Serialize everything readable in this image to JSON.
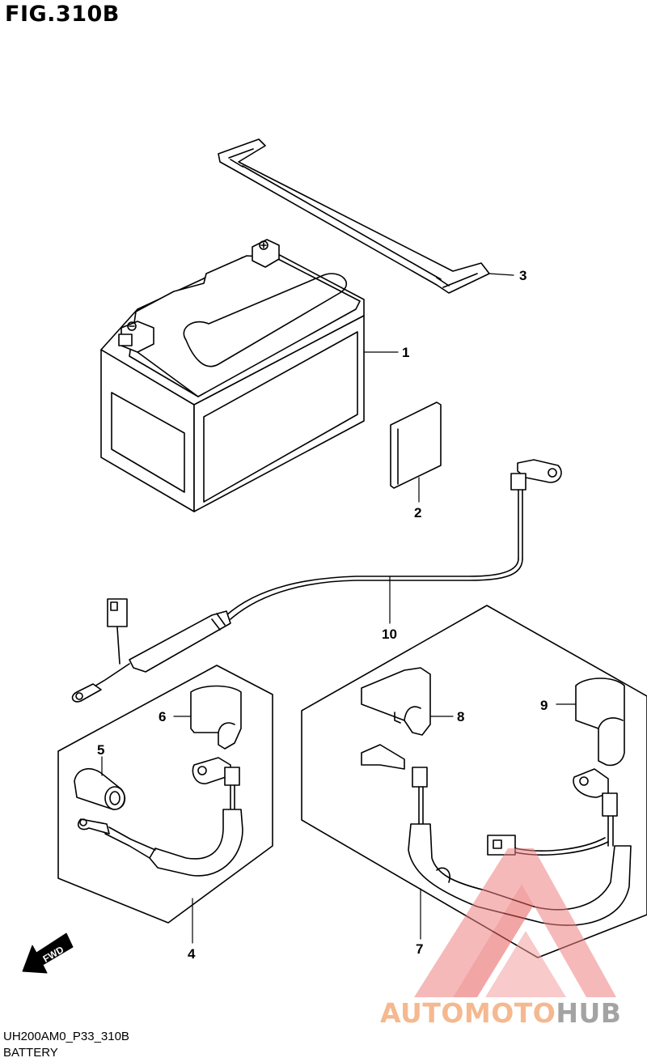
{
  "figure": {
    "title": "FIG.310B"
  },
  "callouts": [
    {
      "id": "1",
      "label": "1"
    },
    {
      "id": "2",
      "label": "2"
    },
    {
      "id": "3",
      "label": "3"
    },
    {
      "id": "4",
      "label": "4"
    },
    {
      "id": "5",
      "label": "5"
    },
    {
      "id": "6",
      "label": "6"
    },
    {
      "id": "7",
      "label": "7"
    },
    {
      "id": "8",
      "label": "8"
    },
    {
      "id": "9",
      "label": "9"
    },
    {
      "id": "10",
      "label": "10"
    }
  ],
  "direction_arrow": {
    "label": "FWD"
  },
  "footer": {
    "code": "UH200AM0_P33_310B",
    "caption": "BATTERY"
  },
  "watermark": {
    "part1": "AUTOMOTO",
    "part2": "HUB",
    "colors": {
      "accent": "#f08080",
      "text_orange": "#f4b183",
      "text_gray": "#9a9a9a"
    }
  }
}
